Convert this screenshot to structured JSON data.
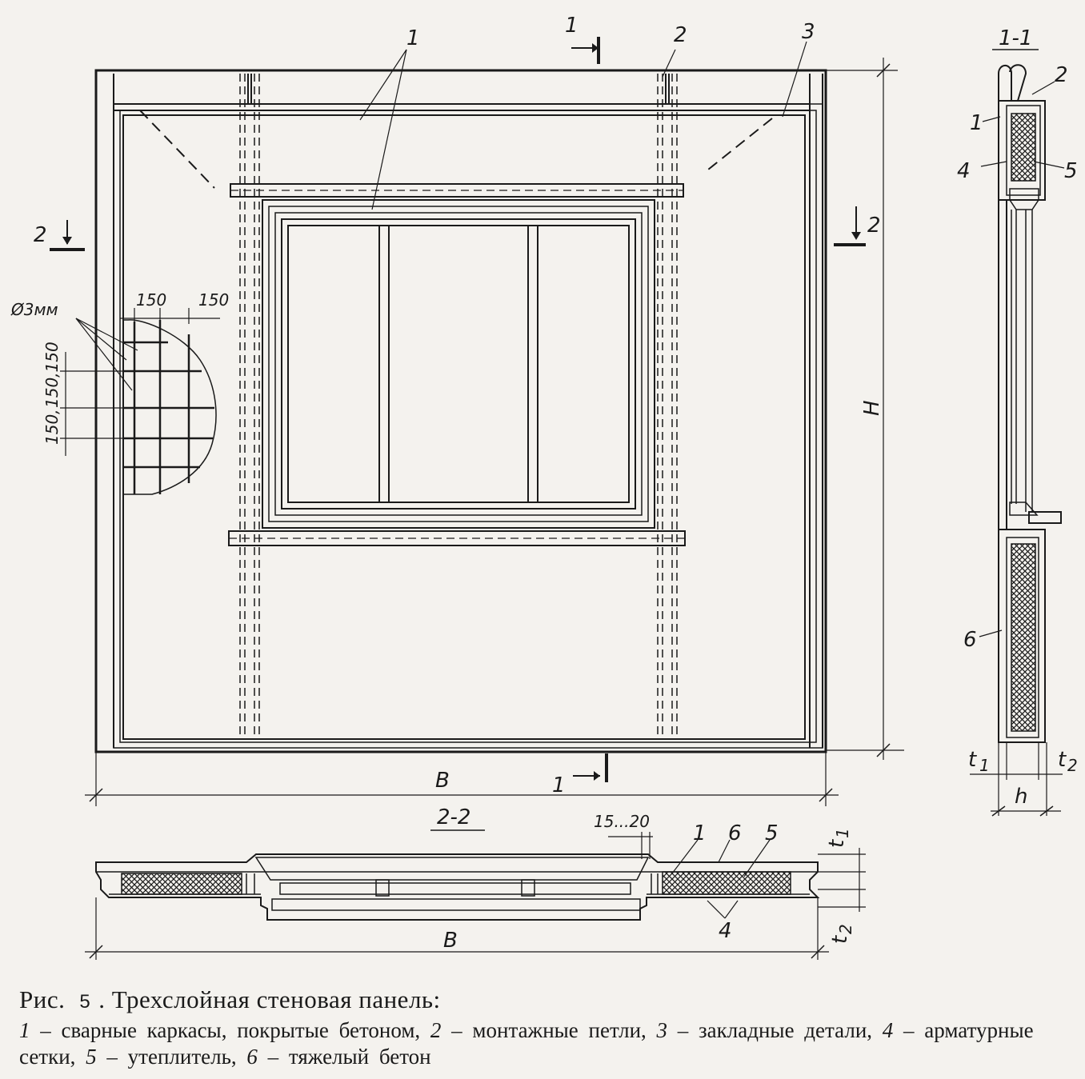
{
  "labels": {
    "sec11_title": "1-1",
    "sec22_title": "2-2",
    "marker_1": "1",
    "marker_2": "2",
    "H": "H",
    "B": "B",
    "h": "h",
    "t1": "t",
    "t2": "t",
    "t1_sub": "1",
    "t2_sub": "2",
    "d3mm": "Ø3мм",
    "mesh_150_a": "150",
    "mesh_150_b": "150",
    "mesh_150_v1": "150,150",
    "mesh_150_v2": "150,",
    "gap_15_20": "15...20",
    "n1": "1",
    "n2": "2",
    "n3": "3",
    "n4": "4",
    "n5": "5",
    "n6": "6"
  },
  "caption": {
    "prefix": "Рис.",
    "number": "5",
    "title": ". Трехслойная стеновая панель:",
    "items": [
      {
        "num": "1",
        "text": "сварные каркасы, покрытые бетоном,"
      },
      {
        "num": "2",
        "text": "монтажные петли,"
      },
      {
        "num": "3",
        "text": "закладные детали,"
      },
      {
        "num": "4",
        "text": "арматурные сетки,"
      },
      {
        "num": "5",
        "text": "утеплитель,"
      },
      {
        "num": "6",
        "text": "тяжелый бетон"
      }
    ]
  }
}
